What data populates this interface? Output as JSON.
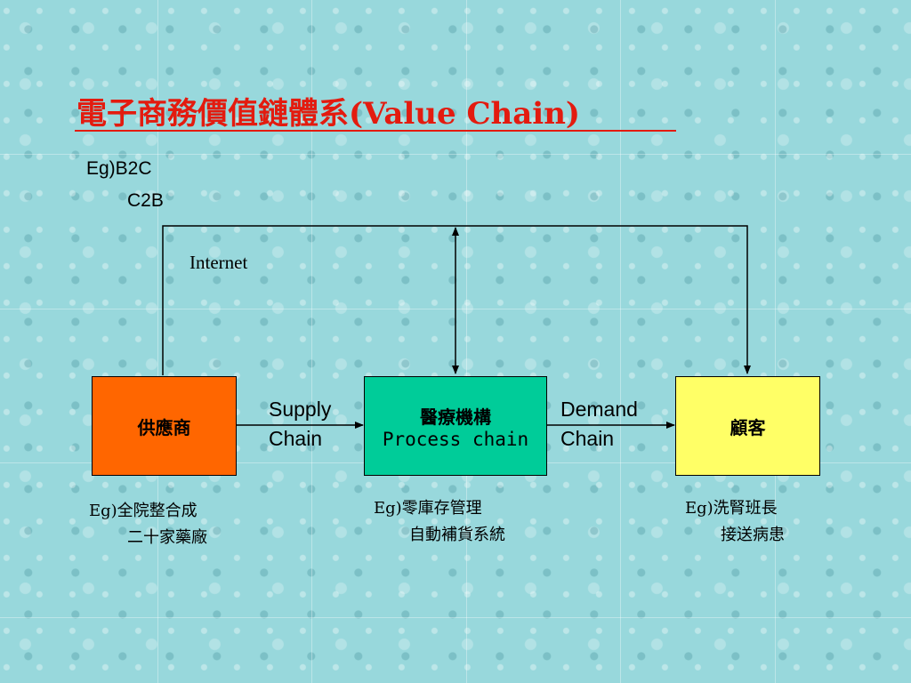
{
  "title": "電子商務價值鏈體系(Value Chain)",
  "top_example": {
    "line1": "Eg)B2C",
    "line2": "C2B"
  },
  "internet_label": "Internet",
  "nodes": {
    "supplier": {
      "label": "供應商",
      "color": "#ff6600"
    },
    "institution": {
      "label": "醫療機構",
      "sublabel": "Process chain",
      "color": "#00cc99"
    },
    "customer": {
      "label": "顧客",
      "color": "#ffff66"
    }
  },
  "links": {
    "supply": {
      "line1": "Supply",
      "line2": "Chain"
    },
    "demand": {
      "line1": "Demand",
      "line2": "Chain"
    }
  },
  "examples": {
    "supplier": {
      "line1": "Eg)全院整合成",
      "line2": "二十家藥廠"
    },
    "institution": {
      "line1": "Eg)零庫存管理",
      "line2": "自動補貨系統"
    },
    "customer": {
      "line1": "Eg)洗腎班長",
      "line2": "接送病患"
    }
  },
  "colors": {
    "title": "#e31b0f",
    "background": "#98d8dc",
    "lines": "#000000"
  }
}
